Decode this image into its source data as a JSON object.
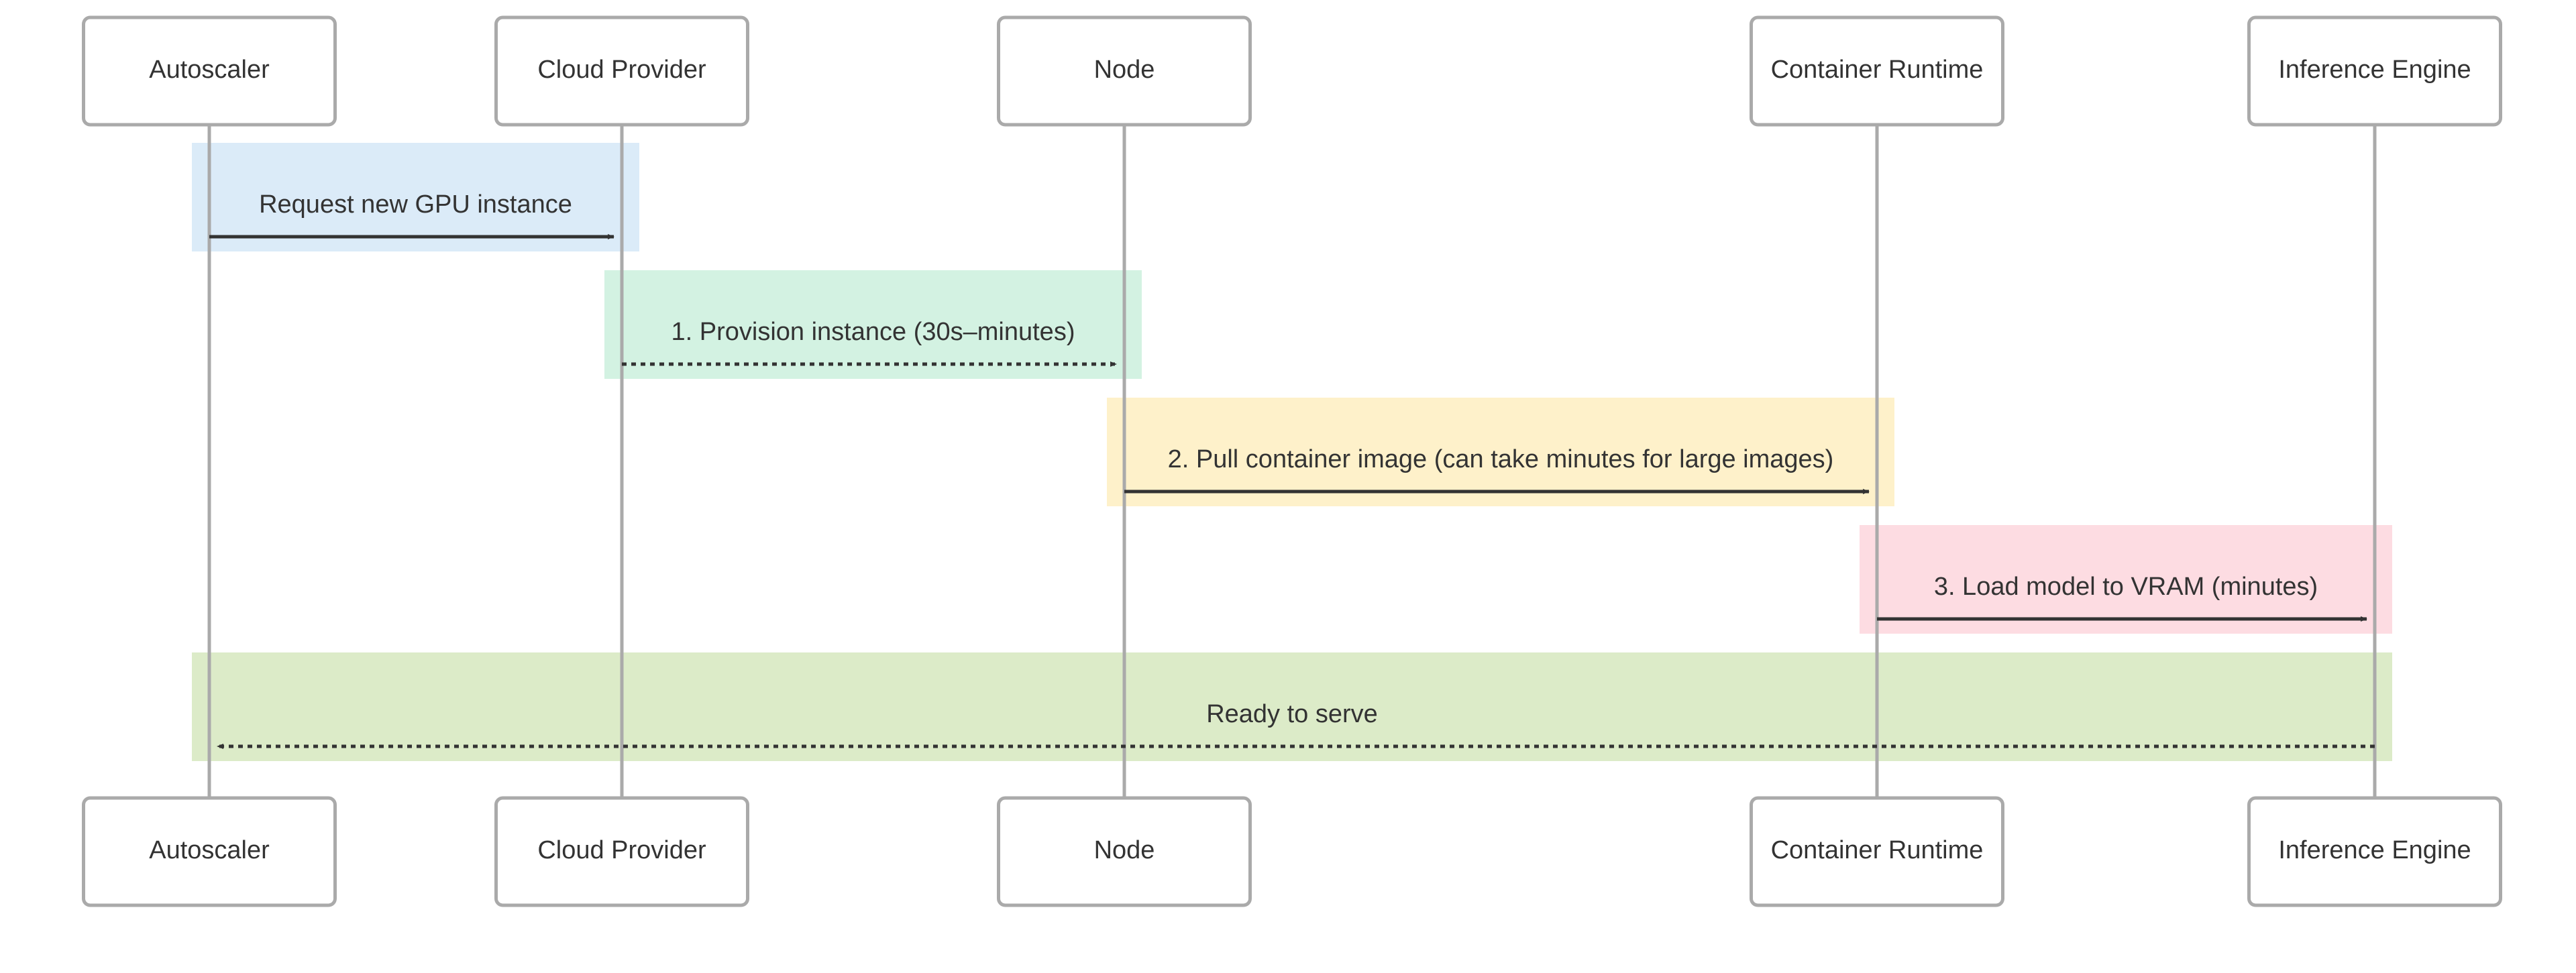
{
  "actors": [
    {
      "id": "autoscaler",
      "label": "Autoscaler"
    },
    {
      "id": "cloud-provider",
      "label": "Cloud Provider"
    },
    {
      "id": "node",
      "label": "Node"
    },
    {
      "id": "container-runtime",
      "label": "Container Runtime"
    },
    {
      "id": "inference-engine",
      "label": "Inference Engine"
    }
  ],
  "messages": [
    {
      "from": "autoscaler",
      "to": "cloud-provider",
      "label": "Request new GPU instance",
      "style": "solid",
      "highlight": "#dbebf8"
    },
    {
      "from": "cloud-provider",
      "to": "node",
      "label": "1. Provision instance (30s–minutes)",
      "style": "dashed",
      "highlight": "#d3f2e2"
    },
    {
      "from": "node",
      "to": "container-runtime",
      "label": "2. Pull container image (can take minutes for large images)",
      "style": "solid",
      "highlight": "#fef1ca"
    },
    {
      "from": "container-runtime",
      "to": "inference-engine",
      "label": "3. Load model to VRAM (minutes)",
      "style": "solid",
      "highlight": "#fddce2"
    },
    {
      "from": "inference-engine",
      "to": "autoscaler",
      "label": "Ready to serve",
      "style": "dashed",
      "highlight": "#dcebc8"
    }
  ],
  "colors": {
    "actor_border": "#aaaaaa",
    "lifeline": "#aaaaaa",
    "arrow": "#333333",
    "text": "#333333"
  }
}
